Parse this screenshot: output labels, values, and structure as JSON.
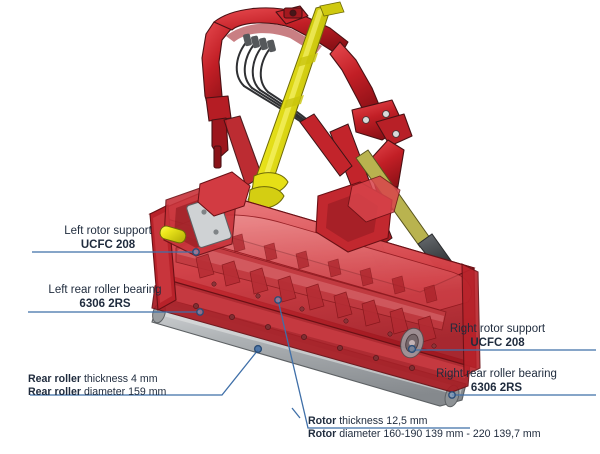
{
  "figure": {
    "title": "Flail mower component callout diagram",
    "background_color": "#ffffff",
    "leader_line_color": "#3f6fa8",
    "text_color": "#1f2b3d",
    "machine_colors": {
      "body_red": "#c8232b",
      "body_red_light": "#e0676b",
      "body_red_dark": "#8e1218",
      "pto_yellow": "#e8e213",
      "roller_gray": "#a9acaf",
      "steel_gray": "#7d8387",
      "outline": "#3a1416"
    }
  },
  "callouts": [
    {
      "id": "left-rotor-support",
      "line1": "Left rotor support",
      "line2": "UCFC 208",
      "line1_weight": "regular",
      "line2_weight": "bold",
      "align": "center",
      "side": "left"
    },
    {
      "id": "left-rear-roller-bearing",
      "line1": "Left rear roller bearing",
      "line2": "6306 2RS",
      "line1_weight": "regular",
      "line2_weight": "bold",
      "align": "center",
      "side": "left"
    },
    {
      "id": "right-rotor-support",
      "line1": "Right rotor support",
      "line2": "UCFC 208",
      "line1_weight": "regular",
      "line2_weight": "bold",
      "align": "center",
      "side": "right"
    },
    {
      "id": "right-rear-roller-bearing",
      "line1": "Right rear roller bearing",
      "line2": "6306 2RS",
      "line1_weight": "regular",
      "line2_weight": "bold",
      "align": "center",
      "side": "right"
    },
    {
      "id": "rear-roller",
      "line1_bold_prefix": "Rear roller",
      "line1_rest": " thickness 4 mm",
      "line2_bold_prefix": "Rear roller",
      "line2_rest": " diameter 159 mm",
      "align": "left",
      "side": "left"
    },
    {
      "id": "rotor",
      "line1_bold_prefix": "Rotor",
      "line1_rest": " thickness 12,5 mm",
      "line2_bold_prefix": "Rotor",
      "line2_rest": " diameter 160-190 139 mm - 220 139,7 mm",
      "align": "left",
      "side": "right"
    }
  ],
  "specs": {
    "left_rotor_support_code": "UCFC 208",
    "right_rotor_support_code": "UCFC 208",
    "left_rear_roller_bearing_code": "6306 2RS",
    "right_rear_roller_bearing_code": "6306 2RS",
    "rear_roller_thickness": "4 mm",
    "rear_roller_diameter": "159 mm",
    "rotor_thickness": "12,5 mm",
    "rotor_diameter_160_190": "139 mm",
    "rotor_diameter_220": "139,7 mm"
  }
}
